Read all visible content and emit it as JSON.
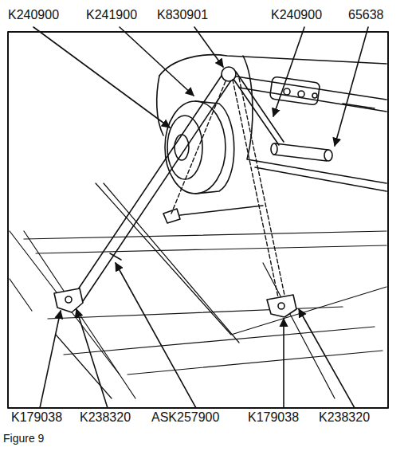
{
  "diagram": {
    "caption": "Figure 9",
    "labels": [
      "K240900",
      "K241900",
      "K830901",
      "K240900",
      "65638",
      "K179038",
      "K238320",
      "ASK257900",
      "K179038",
      "K238320"
    ]
  }
}
